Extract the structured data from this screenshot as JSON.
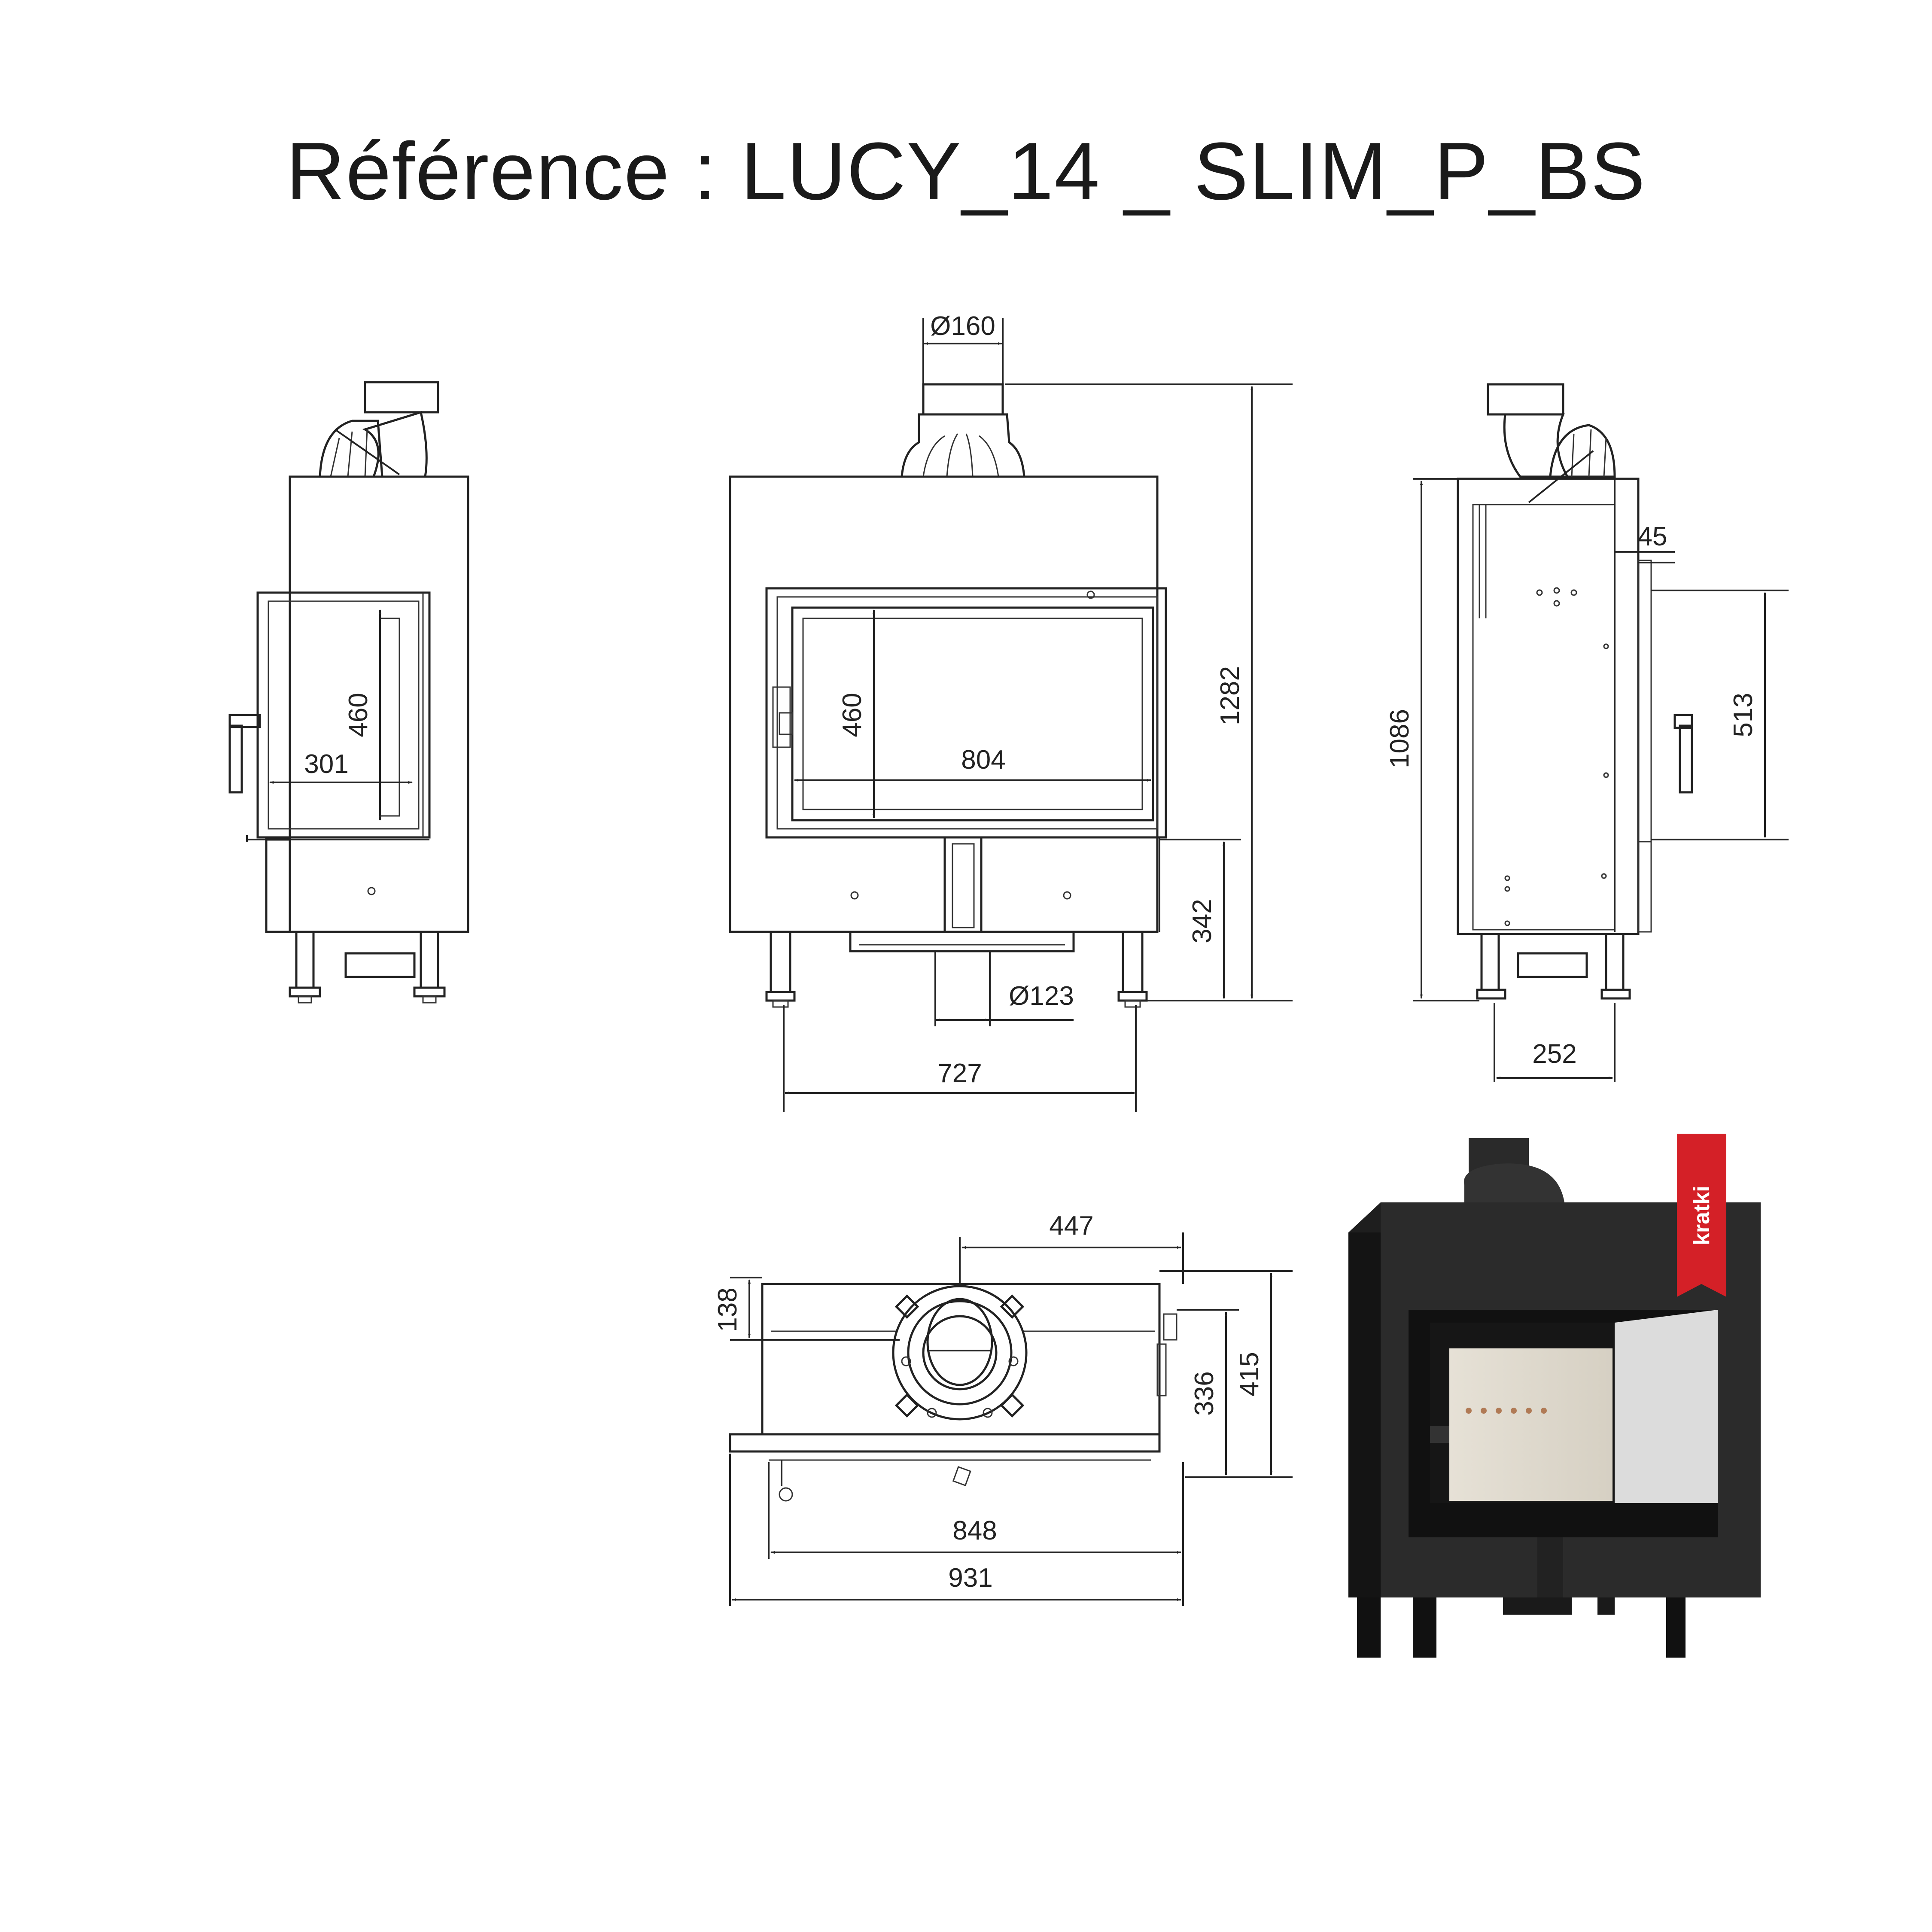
{
  "title": "Référence : LUCY_14 _ SLIM_P_BS",
  "brand": "kratki",
  "colors": {
    "line": "#222222",
    "photo_body": "#2b2b2b",
    "brand_red": "#d42027"
  },
  "icons": [
    "chimney-pipe-icon",
    "door-handle-icon",
    "brand-logo-icon"
  ],
  "left_view": {
    "dims": {
      "height": "460",
      "width": "301"
    }
  },
  "front_view": {
    "dims": {
      "flue_top": "Ø160",
      "total_height": "1282",
      "glass_height": "460",
      "glass_width": "804",
      "leg_height": "342",
      "flue_bottom": "Ø123",
      "leg_span": "727"
    }
  },
  "right_view": {
    "dims": {
      "body_height": "1086",
      "offset": "45",
      "glass_height": "513",
      "depth": "252"
    }
  },
  "top_view": {
    "dims": {
      "flue_offset": "447",
      "front_offset": "138",
      "depth_inner": "336",
      "depth_total": "415",
      "width_inner": "848",
      "width_total": "931"
    }
  }
}
